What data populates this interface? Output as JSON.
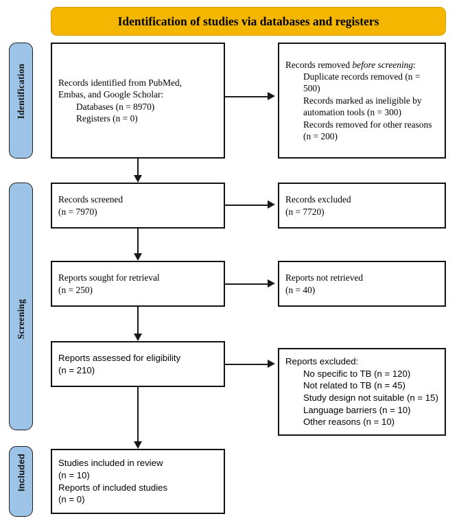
{
  "banner": {
    "title": "Identification of studies via databases and registers"
  },
  "stages": [
    {
      "id": "identification",
      "label": "Identification"
    },
    {
      "id": "screening",
      "label": "Screening"
    },
    {
      "id": "included",
      "label": "Included"
    }
  ],
  "nodes": {
    "identified": {
      "lines": [
        {
          "text": "Records identified from PubMed,",
          "indent": false
        },
        {
          "text": "Embas, and Google Scholar:",
          "indent": false
        },
        {
          "text": "Databases (n = 8970)",
          "indent": true
        },
        {
          "text": "Registers (n = 0)",
          "indent": true
        }
      ]
    },
    "removed_before_screening": {
      "heading_prefix": "Records removed ",
      "heading_italic": "before screening",
      "heading_suffix": ":",
      "lines": [
        {
          "text": "Duplicate records removed  (n = 500)",
          "indent": true
        },
        {
          "text": "Records marked as ineligible by automation tools (n = 300)",
          "indent": true
        },
        {
          "text": "Records removed for other reasons (n = 200)",
          "indent": true
        }
      ]
    },
    "records_screened": {
      "lines": [
        {
          "text": "Records screened",
          "indent": false
        },
        {
          "text": "(n = 7970)",
          "indent": false
        }
      ]
    },
    "records_excluded": {
      "lines": [
        {
          "text": "Records excluded",
          "indent": false
        },
        {
          "text": "(n = 7720)",
          "indent": false
        }
      ]
    },
    "reports_sought": {
      "lines": [
        {
          "text": "Reports sought for retrieval",
          "indent": false
        },
        {
          "text": "(n = 250)",
          "indent": false
        }
      ]
    },
    "reports_not_retrieved": {
      "lines": [
        {
          "text": "Reports not retrieved",
          "indent": false
        },
        {
          "text": "(n = 40)",
          "indent": false
        }
      ]
    },
    "reports_assessed": {
      "lines": [
        {
          "text": "Reports assessed for eligibility",
          "indent": false
        },
        {
          "text": "(n = 210)",
          "indent": false
        }
      ]
    },
    "reports_excluded": {
      "lines": [
        {
          "text": "Reports excluded:",
          "indent": false
        },
        {
          "text": "No specific to TB (n = 120)",
          "indent": true
        },
        {
          "text": "Not related to TB (n = 45)",
          "indent": true
        },
        {
          "text": "Study design not suitable (n = 15)",
          "indent": true
        },
        {
          "text": "Language barriers (n = 10)",
          "indent": true
        },
        {
          "text": "Other reasons (n = 10)",
          "indent": true
        }
      ]
    },
    "studies_included": {
      "lines": [
        {
          "text": "Studies included in review",
          "indent": false
        },
        {
          "text": "(n = 10)",
          "indent": false
        },
        {
          "text": "Reports of included studies",
          "indent": false
        },
        {
          "text": "(n = 0)",
          "indent": false
        }
      ]
    }
  },
  "colors": {
    "banner_fill": "#F5B600",
    "stage_fill": "#9DC3E6",
    "box_border": "#121212",
    "connector": "#1a1a1a",
    "page_background": "#FFFFFF"
  }
}
